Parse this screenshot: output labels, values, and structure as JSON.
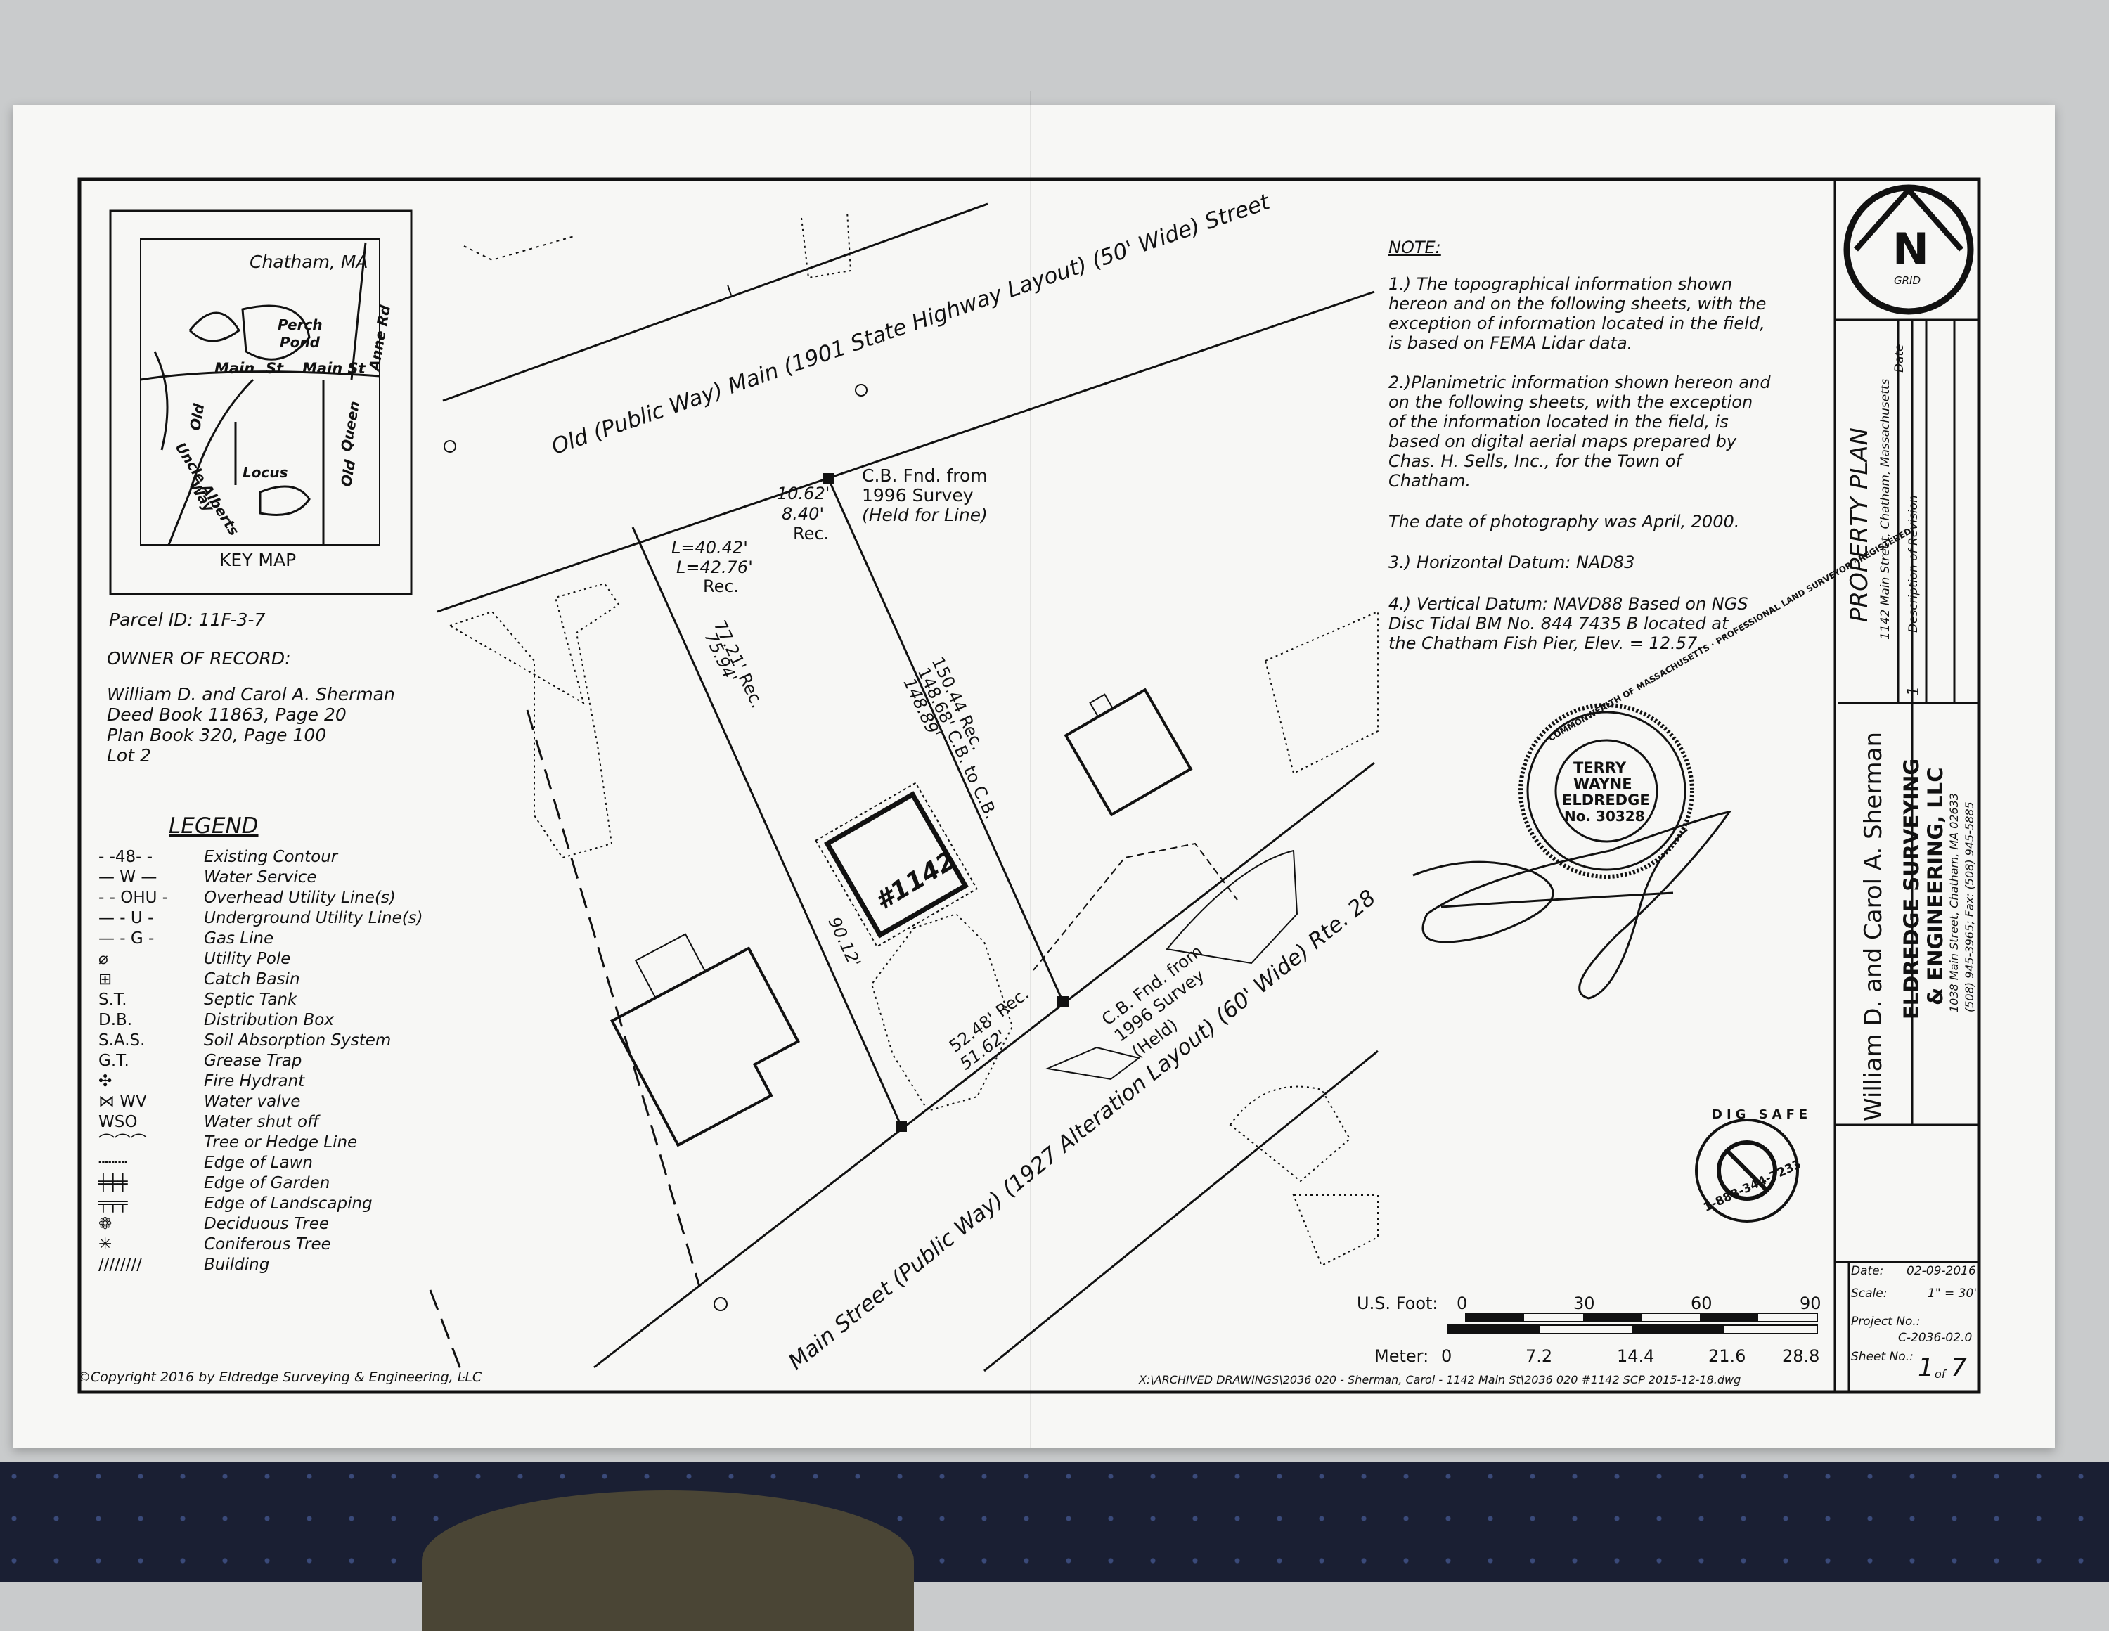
{
  "key_map": {
    "title": "Chatham, MA",
    "label": "KEY MAP",
    "streets": [
      "Perch",
      "Pond",
      "Main",
      "St",
      "Main St",
      "Anne Rd",
      "Old",
      "Queen",
      "Old",
      "Uncle Alberts",
      "Way",
      "Locus"
    ]
  },
  "parcel": {
    "id": "Parcel ID: 11F-3-7",
    "owner_heading": "OWNER OF RECORD:",
    "owner_lines": [
      "William D. and Carol A. Sherman",
      "Deed Book 11863, Page 20",
      "Plan Book 320, Page 100",
      "Lot 2"
    ]
  },
  "legend": {
    "title": "LEGEND",
    "items": [
      {
        "symbol": "- -48- -",
        "label": "Existing Contour"
      },
      {
        "symbol": "— W —",
        "label": "Water Service"
      },
      {
        "symbol": "- - OHU -",
        "label": "Overhead Utility Line(s)"
      },
      {
        "symbol": "— - U -",
        "label": "Underground Utility Line(s)"
      },
      {
        "symbol": "— - G -",
        "label": "Gas Line"
      },
      {
        "symbol": "⌀",
        "label": "Utility Pole"
      },
      {
        "symbol": "⊞",
        "label": "Catch Basin"
      },
      {
        "symbol": "S.T.",
        "label": "Septic Tank"
      },
      {
        "symbol": "D.B.",
        "label": "Distribution Box"
      },
      {
        "symbol": "S.A.S.",
        "label": "Soil Absorption System"
      },
      {
        "symbol": "G.T.",
        "label": "Grease Trap"
      },
      {
        "symbol": "✣",
        "label": "Fire Hydrant"
      },
      {
        "symbol": "⋈ WV",
        "label": "Water valve"
      },
      {
        "symbol": "WSO",
        "label": "Water shut off"
      },
      {
        "symbol": "⌒⌒⌒",
        "label": "Tree or Hedge Line"
      },
      {
        "symbol": "┅┅┅",
        "label": "Edge of Lawn"
      },
      {
        "symbol": "╪╪╪",
        "label": "Edge of Garden"
      },
      {
        "symbol": "╤╤╤",
        "label": "Edge of Landscaping"
      },
      {
        "symbol": "❁",
        "label": "Deciduous Tree"
      },
      {
        "symbol": "✳",
        "label": "Coniferous Tree"
      },
      {
        "symbol": "////////",
        "label": "Building"
      }
    ]
  },
  "plan": {
    "street_top": "Old (Public Way) Main (1901 State Highway Layout) (50' Wide)  Street",
    "street_bottom": "Main Street (Public Way) (1927 Alteration Layout) (60' Wide)  Rte. 28",
    "house_number": "#1142",
    "dim_L1": "L=40.42'",
    "dim_L2": "L=42.76'",
    "dim_L_rec": "Rec.",
    "dim_1062": "10.62'",
    "dim_840": "8.40'",
    "dim_840_rec": "Rec.",
    "cb_top_1": "C.B. Fnd. from",
    "cb_top_2": "1996 Survey",
    "cb_top_3": "(Held for Line)",
    "dim_7721": "77.21' Rec.",
    "dim_7594": "75.94'",
    "dim_15044": "150.44 Rec.",
    "dim_14868": "148.68' C.B. to C.B.",
    "dim_14889": "148.89'",
    "dim_9012": "90.12'",
    "dim_5248": "52.48' Rec.",
    "dim_5162": "51.62'",
    "cb_bot_1": "C.B. Fnd. from",
    "cb_bot_2": "1996 Survey",
    "cb_bot_3": "(Held)"
  },
  "notes": {
    "heading": "NOTE:",
    "items": [
      "1.) The topographical information shown\nhereon and on the following sheets, with the\nexception of information located in the field,\nis based on FEMA Lidar data.",
      "2.)Planimetric information shown hereon and\non the following sheets, with the exception\nof the information located in the field, is\nbased on digital aerial maps prepared by\nChas. H. Sells, Inc., for the Town of\nChatham.",
      "The date of photography was April, 2000.",
      "3.) Horizontal Datum: NAD83",
      "4.) Vertical Datum: NAVD88 Based on NGS\nDisc Tidal BM No. 844 7435 B located at\nthe Chatham Fish Pier, Elev. = 12.57."
    ]
  },
  "seal": {
    "ring_text": "COMMONWEALTH OF MASSACHUSETTS · PROFESSIONAL LAND SURVEYOR · REGISTERED",
    "name_1": "TERRY",
    "name_2": "WAYNE",
    "name_3": "ELDREDGE",
    "number": "No. 30328"
  },
  "digsafe": {
    "top": "DIG SAFE",
    "phone": "1-888-344-7233"
  },
  "scale_bar": {
    "us_label": "U.S. Foot:",
    "us_ticks": [
      "0",
      "30",
      "60",
      "90"
    ],
    "meter_label": "Meter:",
    "meter_ticks": [
      "0",
      "7.2",
      "14.4",
      "21.6",
      "28.8"
    ]
  },
  "title_block": {
    "north_letter": "N",
    "north_sub": "GRID",
    "plan_title": "PROPERTY PLAN",
    "plan_address": "1142 Main Street, Chatham, Massachusetts",
    "revision_header": "Description of Revision",
    "date_header": "Date",
    "revision_no": "1",
    "client": "William D. and Carol A. Sherman",
    "company_1": "ELDREDGE SURVEYING",
    "company_2": "& ENGINEERING, LLC",
    "company_addr": "1038 Main Street, Chatham, MA 02633",
    "company_phone": "(508) 945-3965; Fax: (508) 945-5885",
    "date_label": "Date:",
    "date_value": "02-09-2016",
    "scale_label": "Scale:",
    "scale_value": "1\" = 30'",
    "project_label": "Project No.:",
    "project_value": "C-2036-02.0",
    "sheet_label": "Sheet No.:",
    "sheet_value": "1",
    "sheet_of": "of",
    "sheet_total": "7"
  },
  "footer": {
    "copyright": "©Copyright 2016 by Eldredge Surveying & Engineering, LLC",
    "file_path": "X:\\ARCHIVED DRAWINGS\\2036 020 - Sherman, Carol - 1142 Main St\\2036 020 #1142 SCP 2015-12-18.dwg"
  }
}
